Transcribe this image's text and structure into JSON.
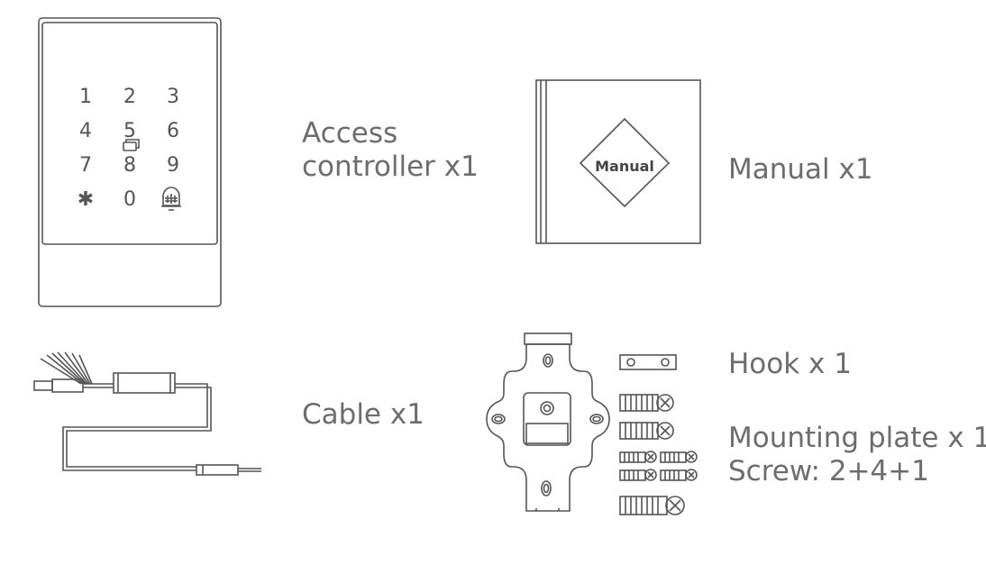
{
  "keypad": {
    "keys": [
      "1",
      "2",
      "3",
      "4",
      "5",
      "6",
      "7",
      "8",
      "9",
      "✱",
      "0"
    ]
  },
  "manual": {
    "cover_text": "Manual"
  },
  "labels": {
    "access_line1": "Access",
    "access_line2": "controller x1",
    "manual": "Manual x1",
    "cable": "Cable x1",
    "hook": "Hook x 1",
    "mounting_line1": "Mounting plate x 1",
    "mounting_line2": "Screw: 2+4+1"
  }
}
